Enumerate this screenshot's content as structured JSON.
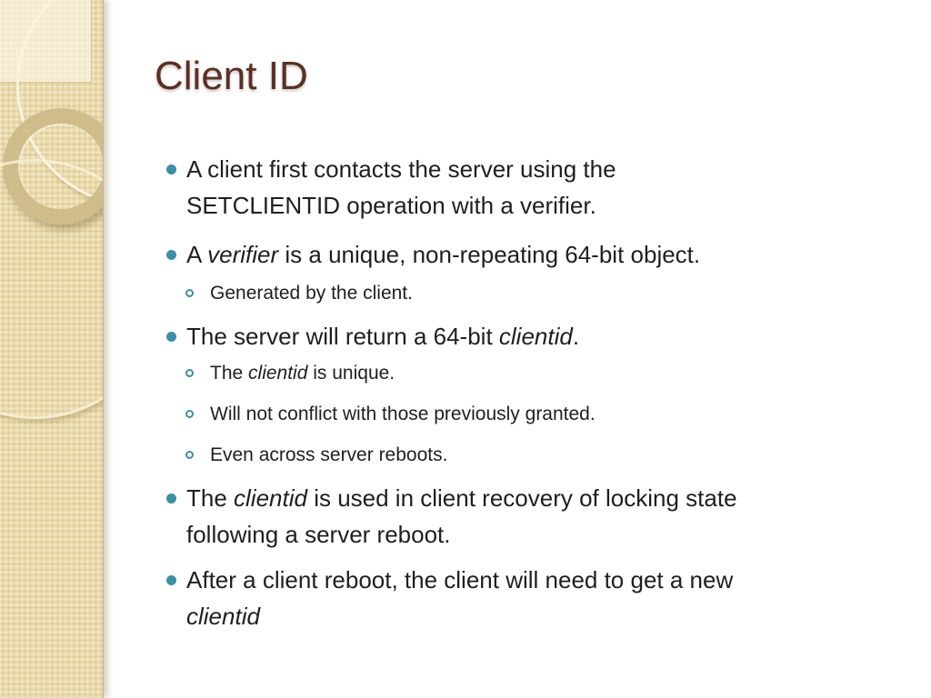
{
  "slide": {
    "title": "Client ID",
    "colors": {
      "title": "#5A3026",
      "accent": "#3D8FA5",
      "text": "#1F1F1F",
      "sidebar": "#EBDCAD"
    },
    "bullets": [
      {
        "level": 1,
        "segments": [
          {
            "t": "A client first contacts the server using the"
          },
          {
            "br": true
          },
          {
            "t": "SETCLIENTID operation with a verifier."
          }
        ]
      },
      {
        "level": 1,
        "segments": [
          {
            "t": "A "
          },
          {
            "t": "verifier",
            "i": true
          },
          {
            "t": " is a unique, non-repeating 64-bit object."
          }
        ]
      },
      {
        "level": 2,
        "segments": [
          {
            "t": "Generated by the client."
          }
        ]
      },
      {
        "level": 1,
        "segments": [
          {
            "t": "The server will return a 64-bit "
          },
          {
            "t": "clientid",
            "i": true
          },
          {
            "t": "."
          }
        ]
      },
      {
        "level": 2,
        "segments": [
          {
            "t": "The "
          },
          {
            "t": "clientid",
            "i": true
          },
          {
            "t": " is unique."
          }
        ]
      },
      {
        "level": 2,
        "segments": [
          {
            "t": "Will not conflict with those previously granted."
          }
        ]
      },
      {
        "level": 2,
        "segments": [
          {
            "t": "Even across server reboots."
          }
        ]
      },
      {
        "level": 1,
        "segments": [
          {
            "t": "The "
          },
          {
            "t": "clientid",
            "i": true
          },
          {
            "t": " is used in client recovery of locking state"
          },
          {
            "br": true
          },
          {
            "t": "following a server reboot."
          }
        ]
      },
      {
        "level": 1,
        "segments": [
          {
            "t": "After a client reboot, the client will need to get a new"
          },
          {
            "br": true
          },
          {
            "t": "clientid",
            "i": true
          }
        ]
      }
    ]
  }
}
